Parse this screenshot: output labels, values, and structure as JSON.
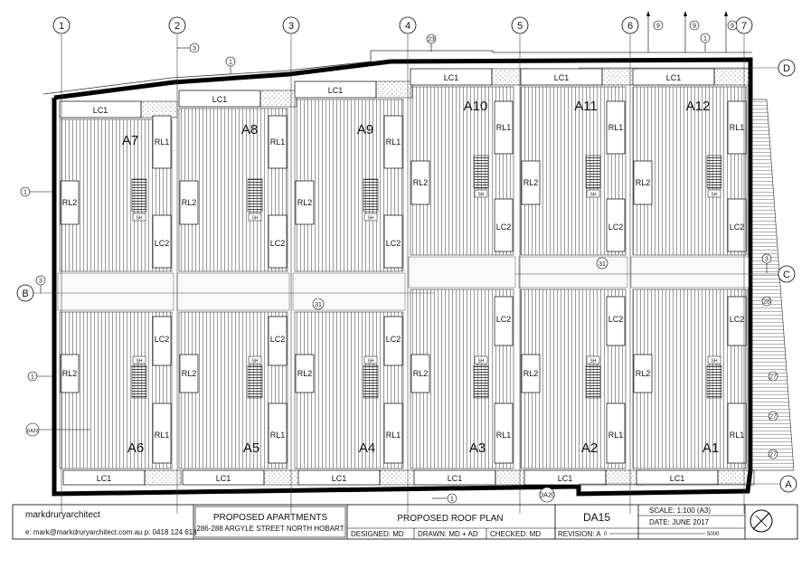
{
  "grid_lines_numbered": [
    "1",
    "2",
    "3",
    "4",
    "5",
    "6",
    "7"
  ],
  "grid_lines_lettered": [
    "A",
    "B",
    "C",
    "D"
  ],
  "units_top": [
    "A7",
    "A8",
    "A9",
    "A10",
    "A11",
    "A12"
  ],
  "units_bottom": [
    "A6",
    "A5",
    "A4",
    "A3",
    "A2",
    "A1"
  ],
  "tags": {
    "lc1": "LC1",
    "lc2": "LC2",
    "rl1": "RL1",
    "rl2": "RL2",
    "hatch": "SH",
    "ref_1": "1",
    "ref_3": "3",
    "ref_9": "9",
    "ref_23": "23",
    "ref_27": "27",
    "ref_28": "28",
    "ref_31": "31",
    "ref_da": "DA20",
    "ref_side": "DA20"
  },
  "title_block": {
    "firm": "markdruryarchitect",
    "contact": "e: mark@markdruryarchitect.com.au   p: 0418 124 618",
    "project": "PROPOSED APARTMENTS",
    "address": "286-288 ARGYLE STREET NORTH HOBART",
    "sheet_title": "PROPOSED ROOF PLAN",
    "designed": "DESIGNED: MD",
    "drawn": "DRAWN: MD + AD",
    "checked": "CHECKED: MD",
    "revision": "REVISION: A",
    "drawing_no": "DA15",
    "scale": "SCALE:   1:100  (A3)",
    "date": "DATE:    JUNE 2017",
    "scalebar_start": "0",
    "scalebar_end": "5000"
  }
}
